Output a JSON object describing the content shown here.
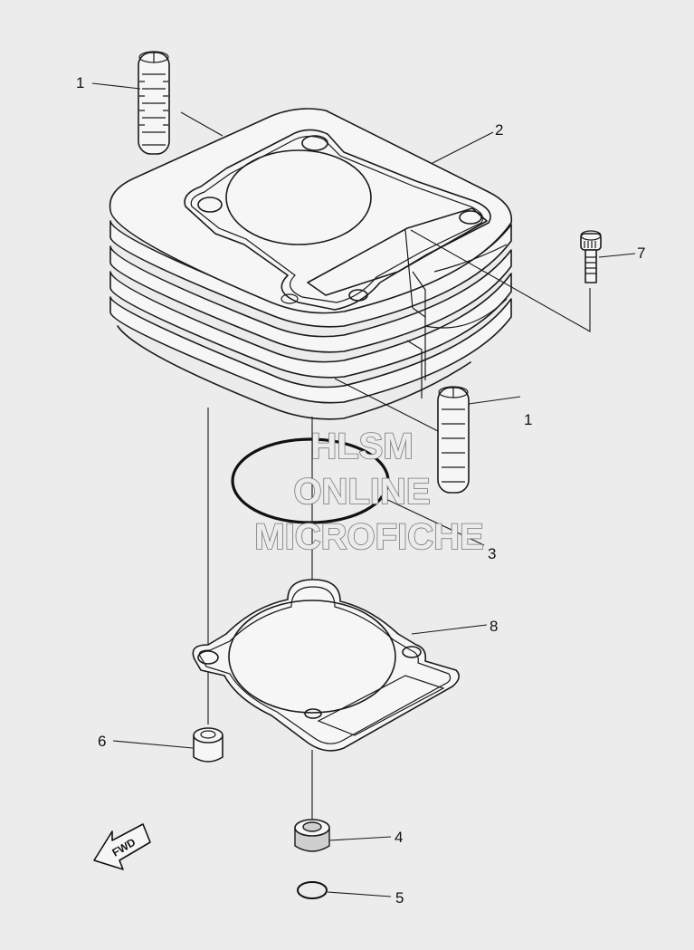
{
  "callouts": [
    {
      "id": "1a",
      "label": "1"
    },
    {
      "id": "2",
      "label": "2"
    },
    {
      "id": "7",
      "label": "7"
    },
    {
      "id": "1b",
      "label": "1"
    },
    {
      "id": "3",
      "label": "3"
    },
    {
      "id": "8",
      "label": "8"
    },
    {
      "id": "6",
      "label": "6"
    },
    {
      "id": "4",
      "label": "4"
    },
    {
      "id": "5",
      "label": "5"
    }
  ],
  "watermark": {
    "line1": "HLSM",
    "line2": "ONLINE",
    "line3": "MICROFICHE"
  },
  "direction_arrow": {
    "label": "FWD"
  },
  "colors": {
    "background": "#ececec",
    "line": "#1a1a1a",
    "watermark_outline": "#777777"
  }
}
